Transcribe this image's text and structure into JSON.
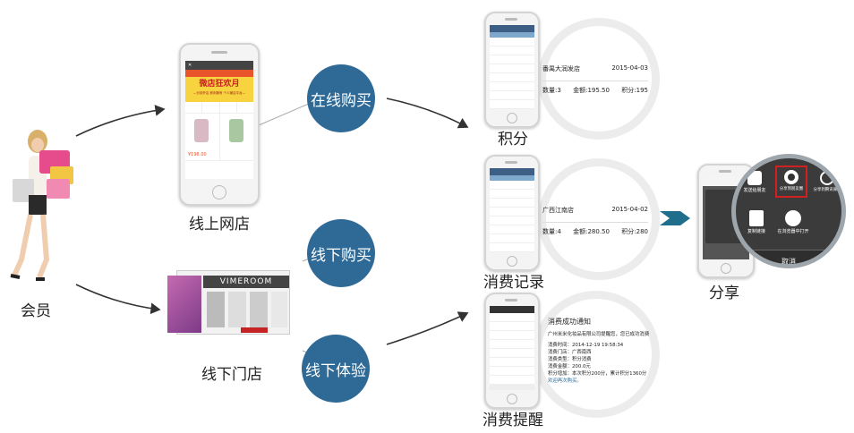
{
  "nodes": {
    "member": "会员",
    "online_store": "线上网店",
    "offline_store": "线下门店",
    "points": "积分",
    "consume_record": "消费记录",
    "consume_remind": "消费提醒",
    "share": "分享"
  },
  "actions": {
    "online_buy": "在线购买",
    "offline_buy": "线下购买",
    "offline_experience": "线下体验"
  },
  "store_screen": {
    "banner_text": "微店狂欢月",
    "banner_sub": "—分钟开店 即刻拥有 个人微店平台—",
    "price": "¥198.00",
    "shop_sign": "VIMEROOM"
  },
  "points_detail": {
    "store": "番禺大润发店",
    "date": "2015-04-03",
    "quantity": "数量:3",
    "amount": "金额:195.50",
    "points": "积分:195"
  },
  "record_detail": {
    "store": "广西江南店",
    "date": "2015-04-02",
    "quantity": "数量:4",
    "amount": "金额:280.50",
    "points": "积分:280"
  },
  "notice": {
    "title": "消费成功通知",
    "greeting": "广州米米化妆品有限公司提醒您，您已成功消费",
    "time": "消费时间：2014-12-19 19:58:34",
    "store": "消费门店：广西南西",
    "type": "消费类型：积分消费",
    "amount": "消费金额：200.0元",
    "points": "积分增加：本次积分200分，累计积分1360分",
    "welcome": "欢迎再次购买。"
  },
  "share_menu": {
    "moments": "分享到朋友圈",
    "friends": "发送给朋友",
    "more": "分享到腾讯微博",
    "copy_link": "复制链接",
    "open_browser": "在浏览器中打开",
    "cancel": "取消"
  },
  "colors": {
    "accent_blue": "#2f6a97",
    "arrow_teal": "#1e6e8c",
    "highlight_red": "#d02020",
    "banner_orange": "#e8552a"
  }
}
